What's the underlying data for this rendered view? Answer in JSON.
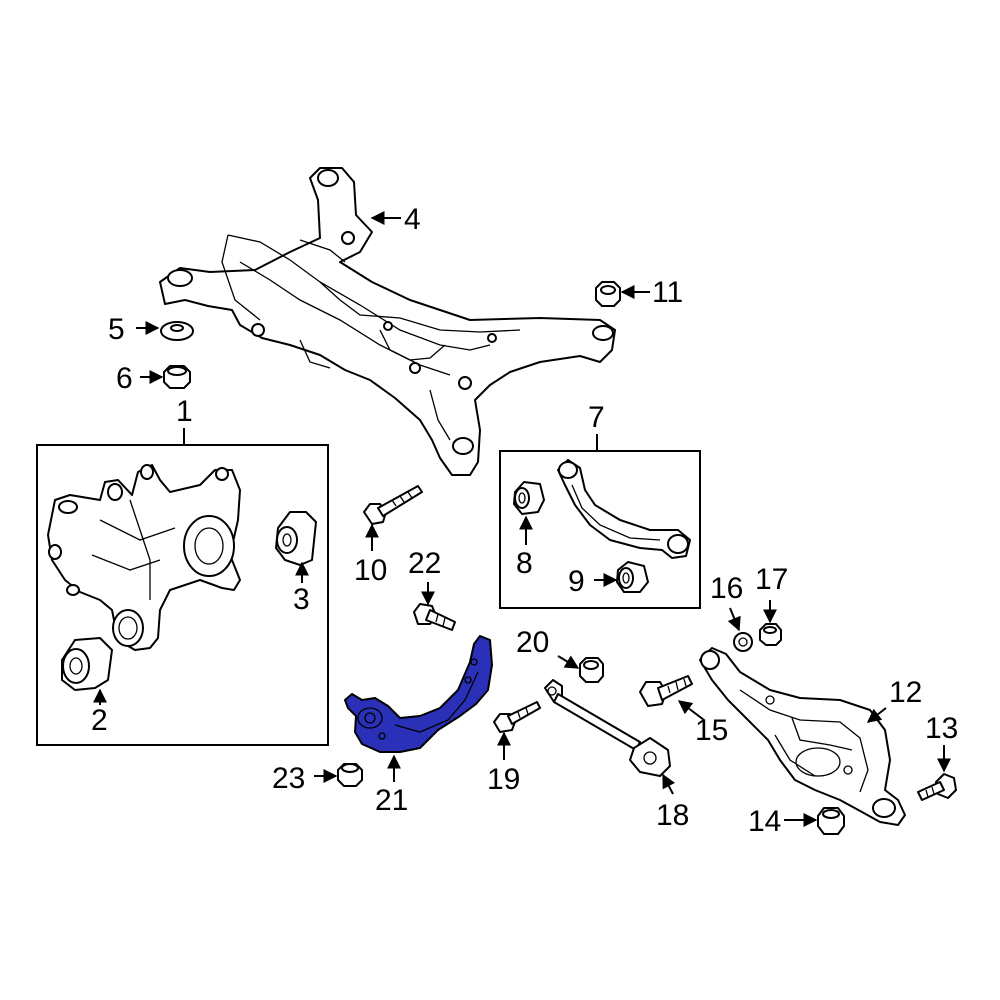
{
  "diagram": {
    "highlight_color": "#2a31b8",
    "callouts": {
      "c1": "1",
      "c2": "2",
      "c3": "3",
      "c4": "4",
      "c5": "5",
      "c6": "6",
      "c7": "7",
      "c8": "8",
      "c9": "9",
      "c10": "10",
      "c11": "11",
      "c12": "12",
      "c13": "13",
      "c14": "14",
      "c15": "15",
      "c16": "16",
      "c17": "17",
      "c18": "18",
      "c19": "19",
      "c20": "20",
      "c21": "21",
      "c22": "22",
      "c23": "23"
    }
  }
}
